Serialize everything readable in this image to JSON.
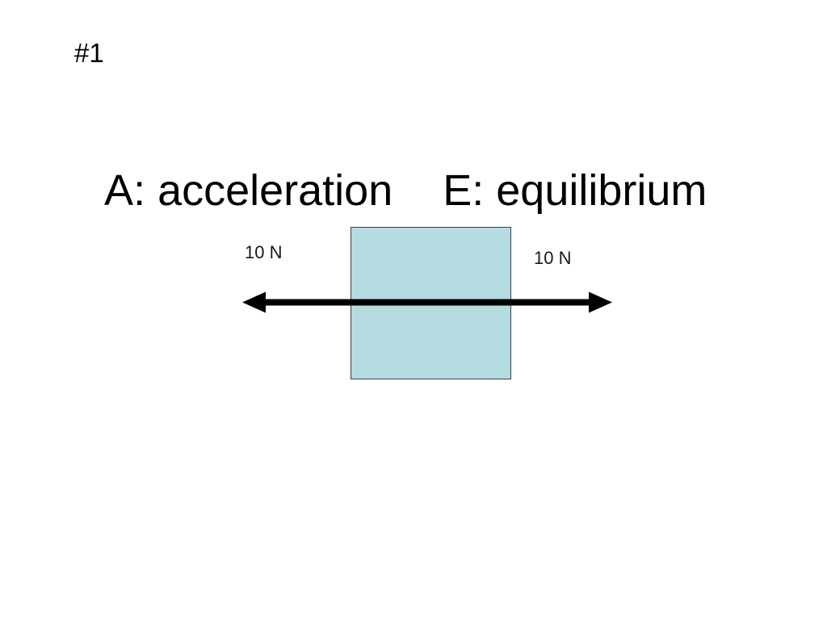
{
  "slide": {
    "question_number": "#1",
    "background_color": "#ffffff"
  },
  "answers": {
    "choice_a": "A: acceleration",
    "choice_e": "E: equilibrium"
  },
  "diagram": {
    "block": {
      "fill_color": "#b5dde1",
      "border_color": "#3b3b3b"
    },
    "arrow": {
      "color": "#000000",
      "style": "double-headed-horizontal"
    },
    "force_left": {
      "label": "10 N",
      "direction": "left"
    },
    "force_right": {
      "label": "10 N",
      "direction": "right"
    }
  }
}
